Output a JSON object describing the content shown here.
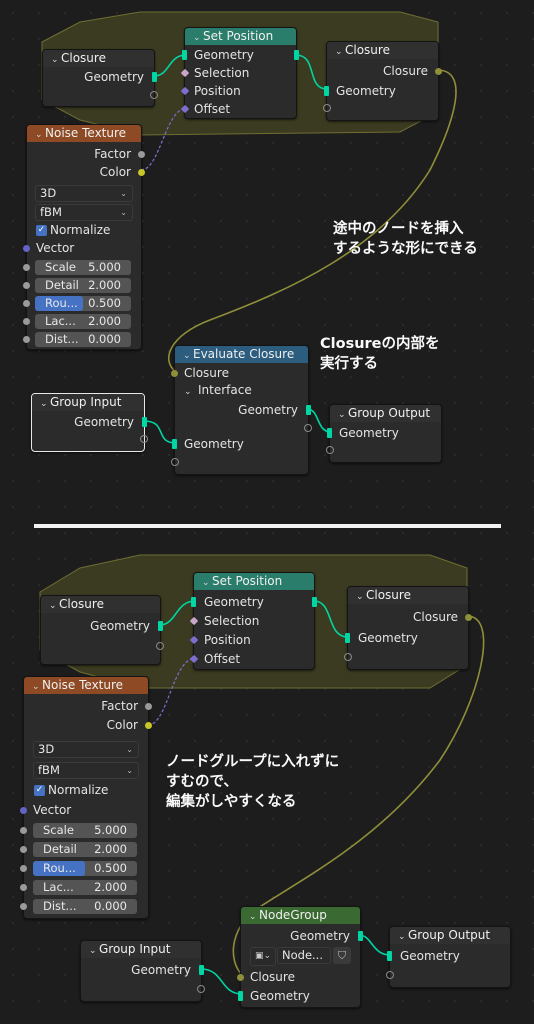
{
  "top": {
    "closure_in": {
      "title": "Closure",
      "geometry": "Geometry"
    },
    "set_position": {
      "title": "Set Position",
      "geometry": "Geometry",
      "selection": "Selection",
      "position": "Position",
      "offset": "Offset"
    },
    "closure_out": {
      "title": "Closure",
      "closure": "Closure",
      "geometry": "Geometry"
    },
    "noise": {
      "title": "Noise Texture",
      "factor": "Factor",
      "color": "Color",
      "dim": "3D",
      "type": "fBM",
      "normalize": "Normalize",
      "vector": "Vector",
      "fields": [
        {
          "label": "Scale",
          "value": "5.000"
        },
        {
          "label": "Detail",
          "value": "2.000"
        },
        {
          "label": "Rou...",
          "value": "0.500"
        },
        {
          "label": "Lac...",
          "value": "2.000"
        },
        {
          "label": "Dist...",
          "value": "0.000"
        }
      ]
    },
    "note": "途中のノードを挿入\nするような形にできる",
    "evaluate": {
      "title": "Evaluate Closure",
      "closure": "Closure",
      "interface": "Interface",
      "geometry_out": "Geometry",
      "geometry_in": "Geometry"
    },
    "eval_note": "Closureの内部を\n実行する",
    "group_input": {
      "title": "Group Input",
      "geometry": "Geometry"
    },
    "group_output": {
      "title": "Group Output",
      "geometry": "Geometry"
    }
  },
  "bottom": {
    "closure_in": {
      "title": "Closure",
      "geometry": "Geometry"
    },
    "set_position": {
      "title": "Set Position",
      "geometry": "Geometry",
      "selection": "Selection",
      "position": "Position",
      "offset": "Offset"
    },
    "closure_out": {
      "title": "Closure",
      "closure": "Closure",
      "geometry": "Geometry"
    },
    "noise": {
      "title": "Noise Texture",
      "factor": "Factor",
      "color": "Color",
      "dim": "3D",
      "type": "fBM",
      "normalize": "Normalize",
      "vector": "Vector",
      "fields": [
        {
          "label": "Scale",
          "value": "5.000"
        },
        {
          "label": "Detail",
          "value": "2.000"
        },
        {
          "label": "Rou...",
          "value": "0.500"
        },
        {
          "label": "Lac...",
          "value": "2.000"
        },
        {
          "label": "Dist...",
          "value": "0.000"
        }
      ]
    },
    "note": "ノードグループに入れずに\nすむので、\n編集がしやすくなる",
    "nodegroup": {
      "title": "NodeGroup",
      "geometry_out": "Geometry",
      "group_name": "Node...",
      "closure": "Closure",
      "geometry_in": "Geometry"
    },
    "group_input": {
      "title": "Group Input",
      "geometry": "Geometry"
    },
    "group_output": {
      "title": "Group Output",
      "geometry": "Geometry"
    }
  },
  "colors": {
    "background": "#1d1d1d",
    "geometry_socket": "#00d6a3",
    "closure_wire": "#8f8f3a",
    "set_position_header": "#2b7d6b",
    "noise_header": "#8d4a25",
    "evaluate_header": "#2c5d7e",
    "nodegroup_header": "#3a6a32",
    "frame_fill": "#3b3b21",
    "selected_field": "#4672c4"
  }
}
